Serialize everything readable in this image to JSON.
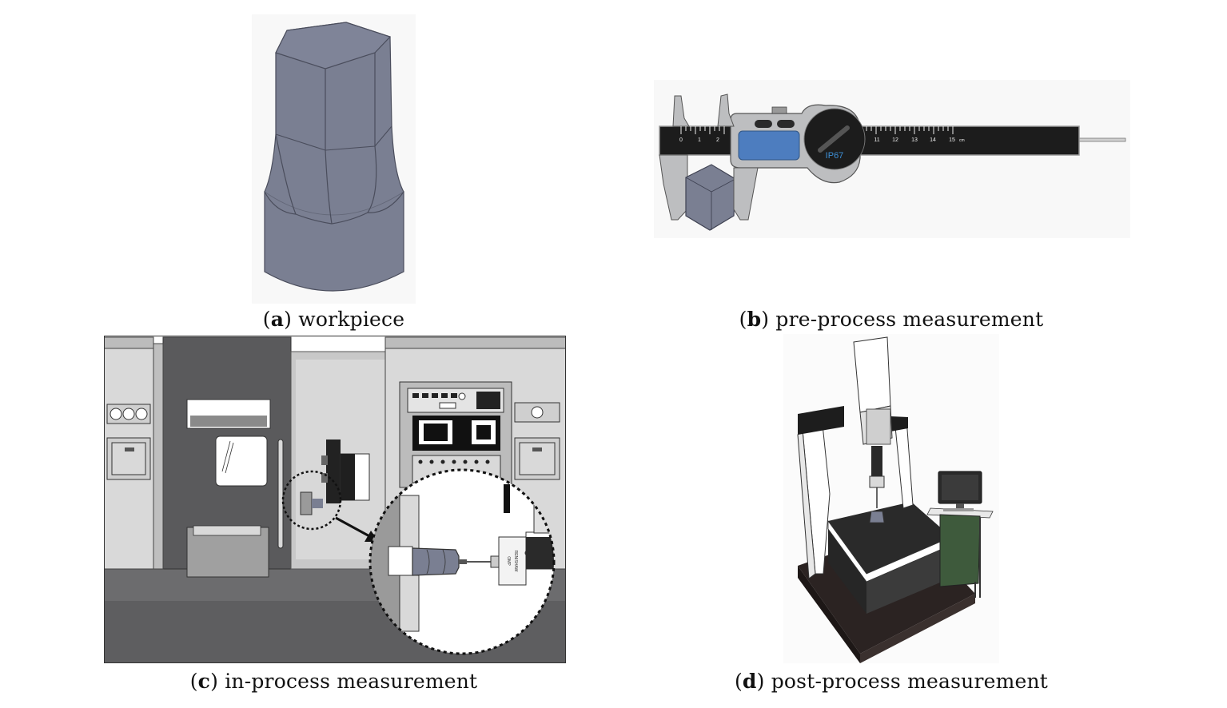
{
  "figure": {
    "panels": [
      {
        "id": "a",
        "letter": "a",
        "caption": "workpiece"
      },
      {
        "id": "b",
        "letter": "b",
        "caption": "pre-process measurement"
      },
      {
        "id": "c",
        "letter": "c",
        "caption": "in-process measurement"
      },
      {
        "id": "d",
        "letter": "d",
        "caption": "post-process measurement"
      }
    ]
  },
  "caliper": {
    "scale_left": [
      "0",
      "1",
      "2"
    ],
    "scale_right": [
      "11",
      "12",
      "13",
      "14",
      "15"
    ],
    "unit": "cm",
    "rating": "IP67"
  },
  "probe": {
    "brand": "RENISHAW",
    "model": "OMP"
  },
  "colors": {
    "workpiece": "#7a7f92",
    "caliper_body": "#bdbec0",
    "caliper_screen": "#4d7dbf",
    "machine_dark": "#5a5a5c",
    "machine_light": "#d9d9d9",
    "cmm_base": "#2b2322",
    "cabinet": "#3e5a3c"
  }
}
